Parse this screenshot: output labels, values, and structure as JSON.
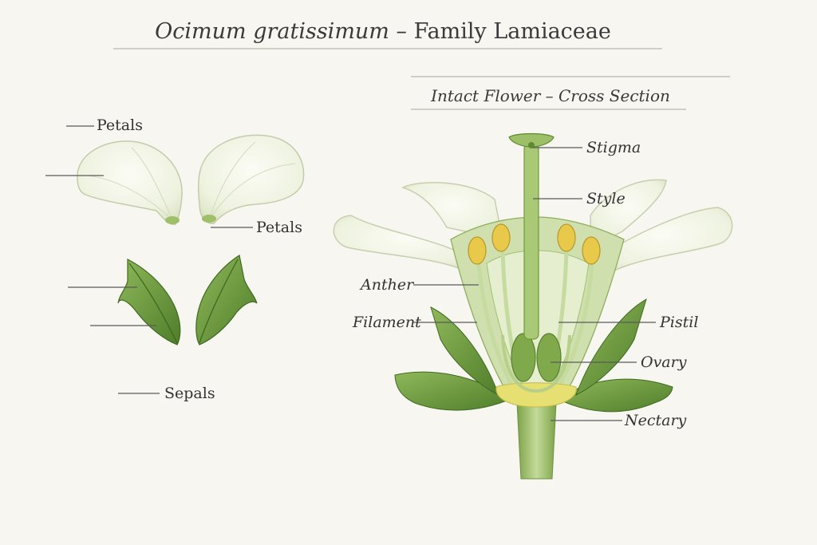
{
  "title": {
    "species": "Ocimum gratissimum",
    "separator": "–",
    "family": "Family Lamiaceae"
  },
  "section_title": "Intact Flower – Cross Section",
  "left_labels": {
    "petals_top": "Petals",
    "petals_right": "Petals",
    "sepals": "Sepals"
  },
  "flower_labels": {
    "stigma": "Stigma",
    "style": "Style",
    "anther": "Anther",
    "filament": "Filament",
    "pistil": "Pistil",
    "ovary": "Ovary",
    "nectary": "Nectary"
  },
  "colors": {
    "paper": "#f7f6f1",
    "petal": "#f3f5ea",
    "leaf": "#6f9a3c",
    "stem": "#9cbf67",
    "anther": "#e8c94a",
    "nectary": "#e9e27a",
    "ink": "#333333"
  }
}
